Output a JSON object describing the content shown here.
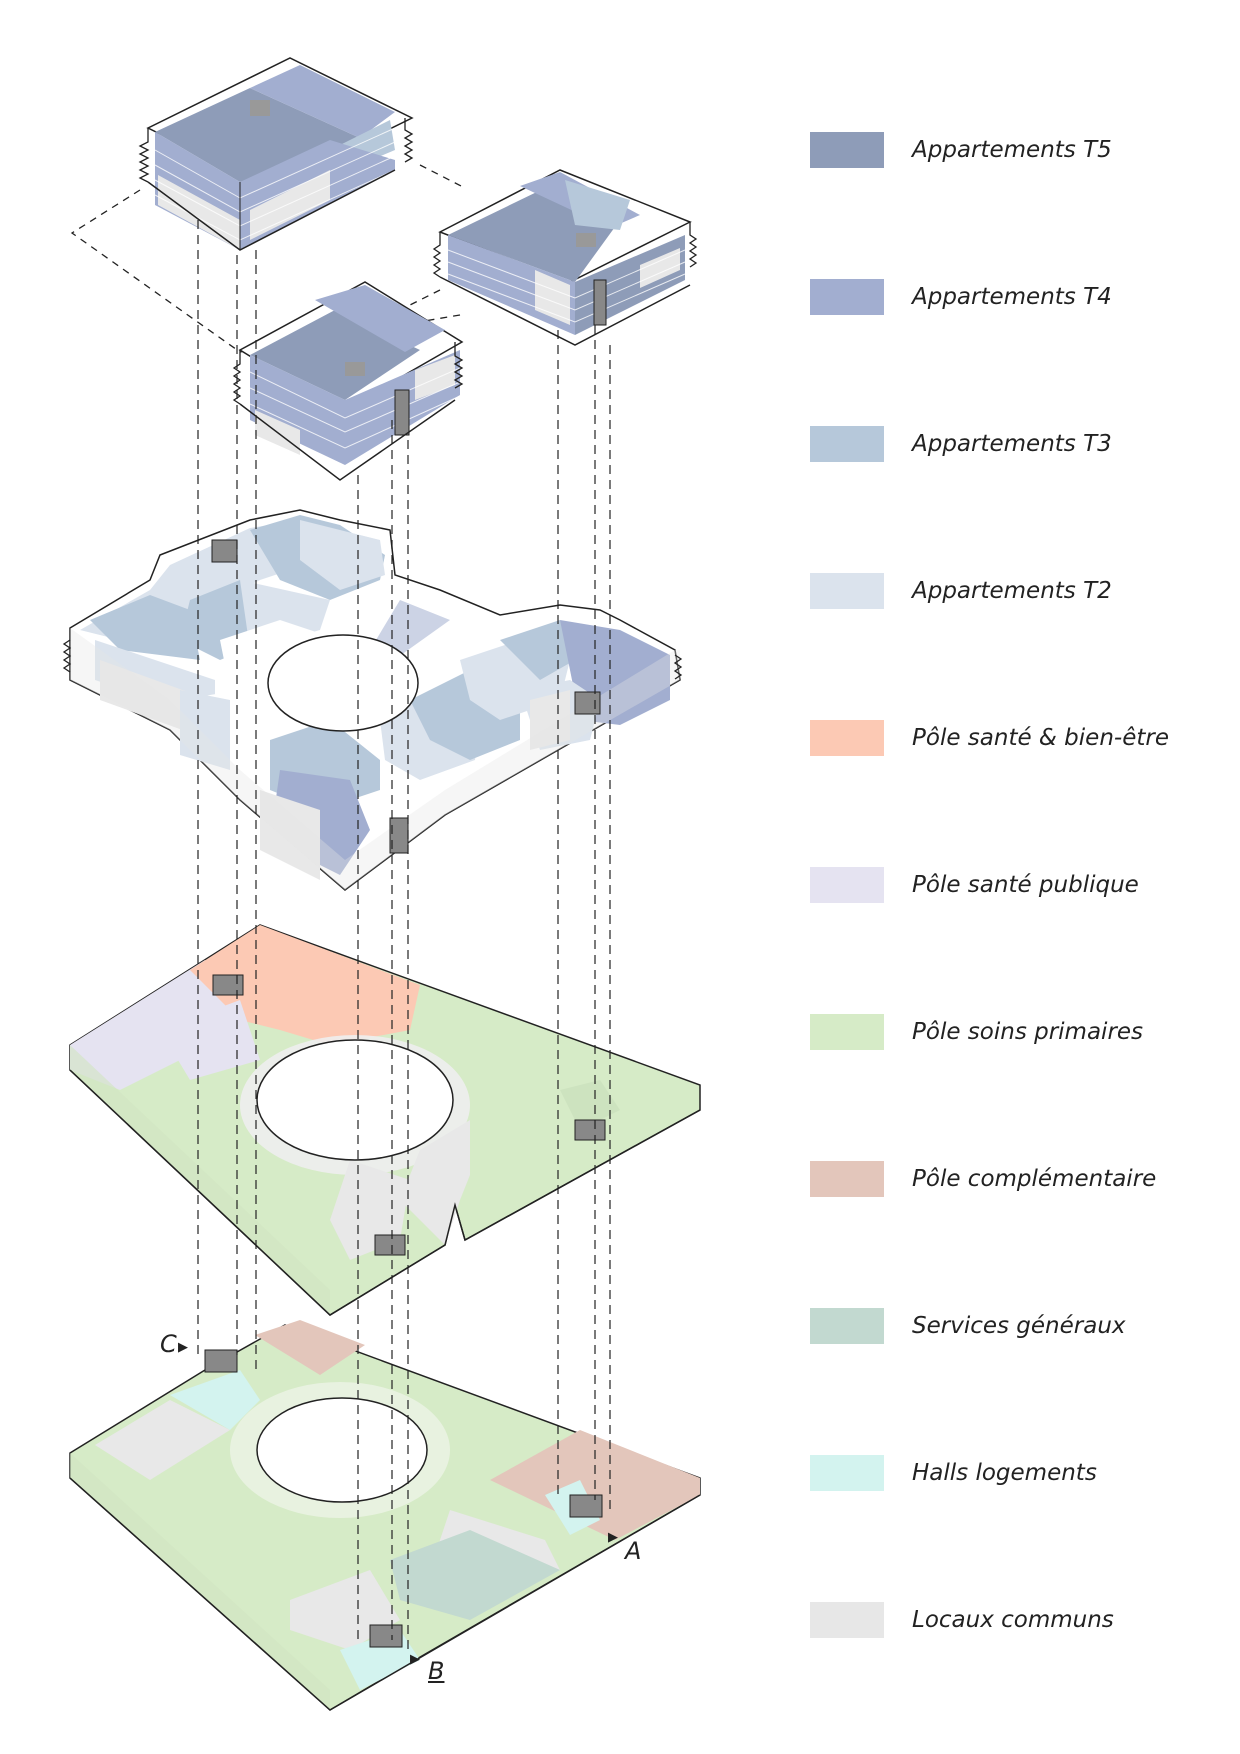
{
  "legend": [
    {
      "label": "Appartements T5",
      "color": "#8e9cb8"
    },
    {
      "label": "Appartements T4",
      "color": "#a2aed0"
    },
    {
      "label": "Appartements T3",
      "color": "#b6c8da"
    },
    {
      "label": "Appartements T2",
      "color": "#dbe3ed"
    },
    {
      "label": "Pôle santé & bien-être",
      "color": "#fcc9b4"
    },
    {
      "label": "Pôle santé publique",
      "color": "#e5e3f1"
    },
    {
      "label": "Pôle soins primaires",
      "color": "#d6ebc7"
    },
    {
      "label": "Pôle complémentaire",
      "color": "#e3c6bb"
    },
    {
      "label": "Services généraux",
      "color": "#c2d9d0"
    },
    {
      "label": "Halls logements",
      "color": "#d3f3ef"
    },
    {
      "label": "Locaux communs",
      "color": "#e7e7e7"
    }
  ],
  "section_markers": {
    "a": "A",
    "b": "B",
    "c": "C"
  }
}
